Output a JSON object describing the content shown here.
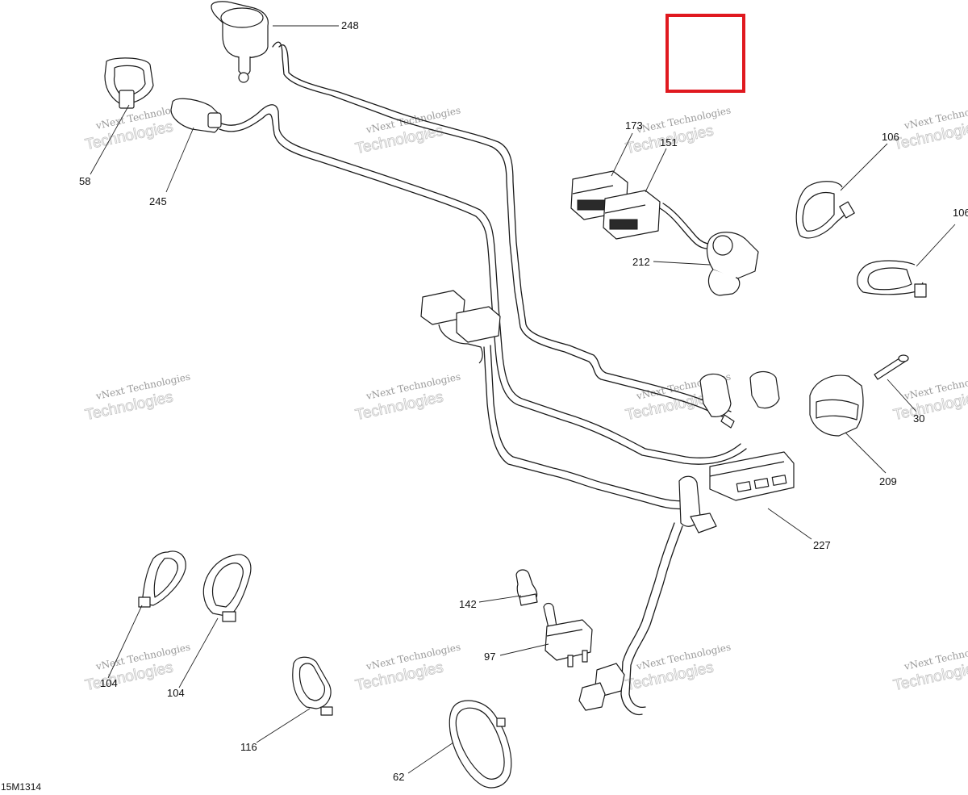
{
  "drawing_code": "15M1314",
  "watermark": {
    "line1": "vNext Technologies",
    "line2": "Technologies"
  },
  "parts": {
    "p248": "248",
    "p58": "58",
    "p245": "245",
    "p173": "173",
    "p151": "151",
    "p106a": "106",
    "p106b": "106",
    "p212": "212",
    "p30": "30",
    "p209": "209",
    "p227": "227",
    "p142": "142",
    "p97": "97",
    "p104a": "104",
    "p104b": "104",
    "p116": "116",
    "p62": "62"
  },
  "colors": {
    "highlight_box": "#e0191f",
    "line_art": "#1a1a1a",
    "watermark": "#c4c4c4"
  }
}
